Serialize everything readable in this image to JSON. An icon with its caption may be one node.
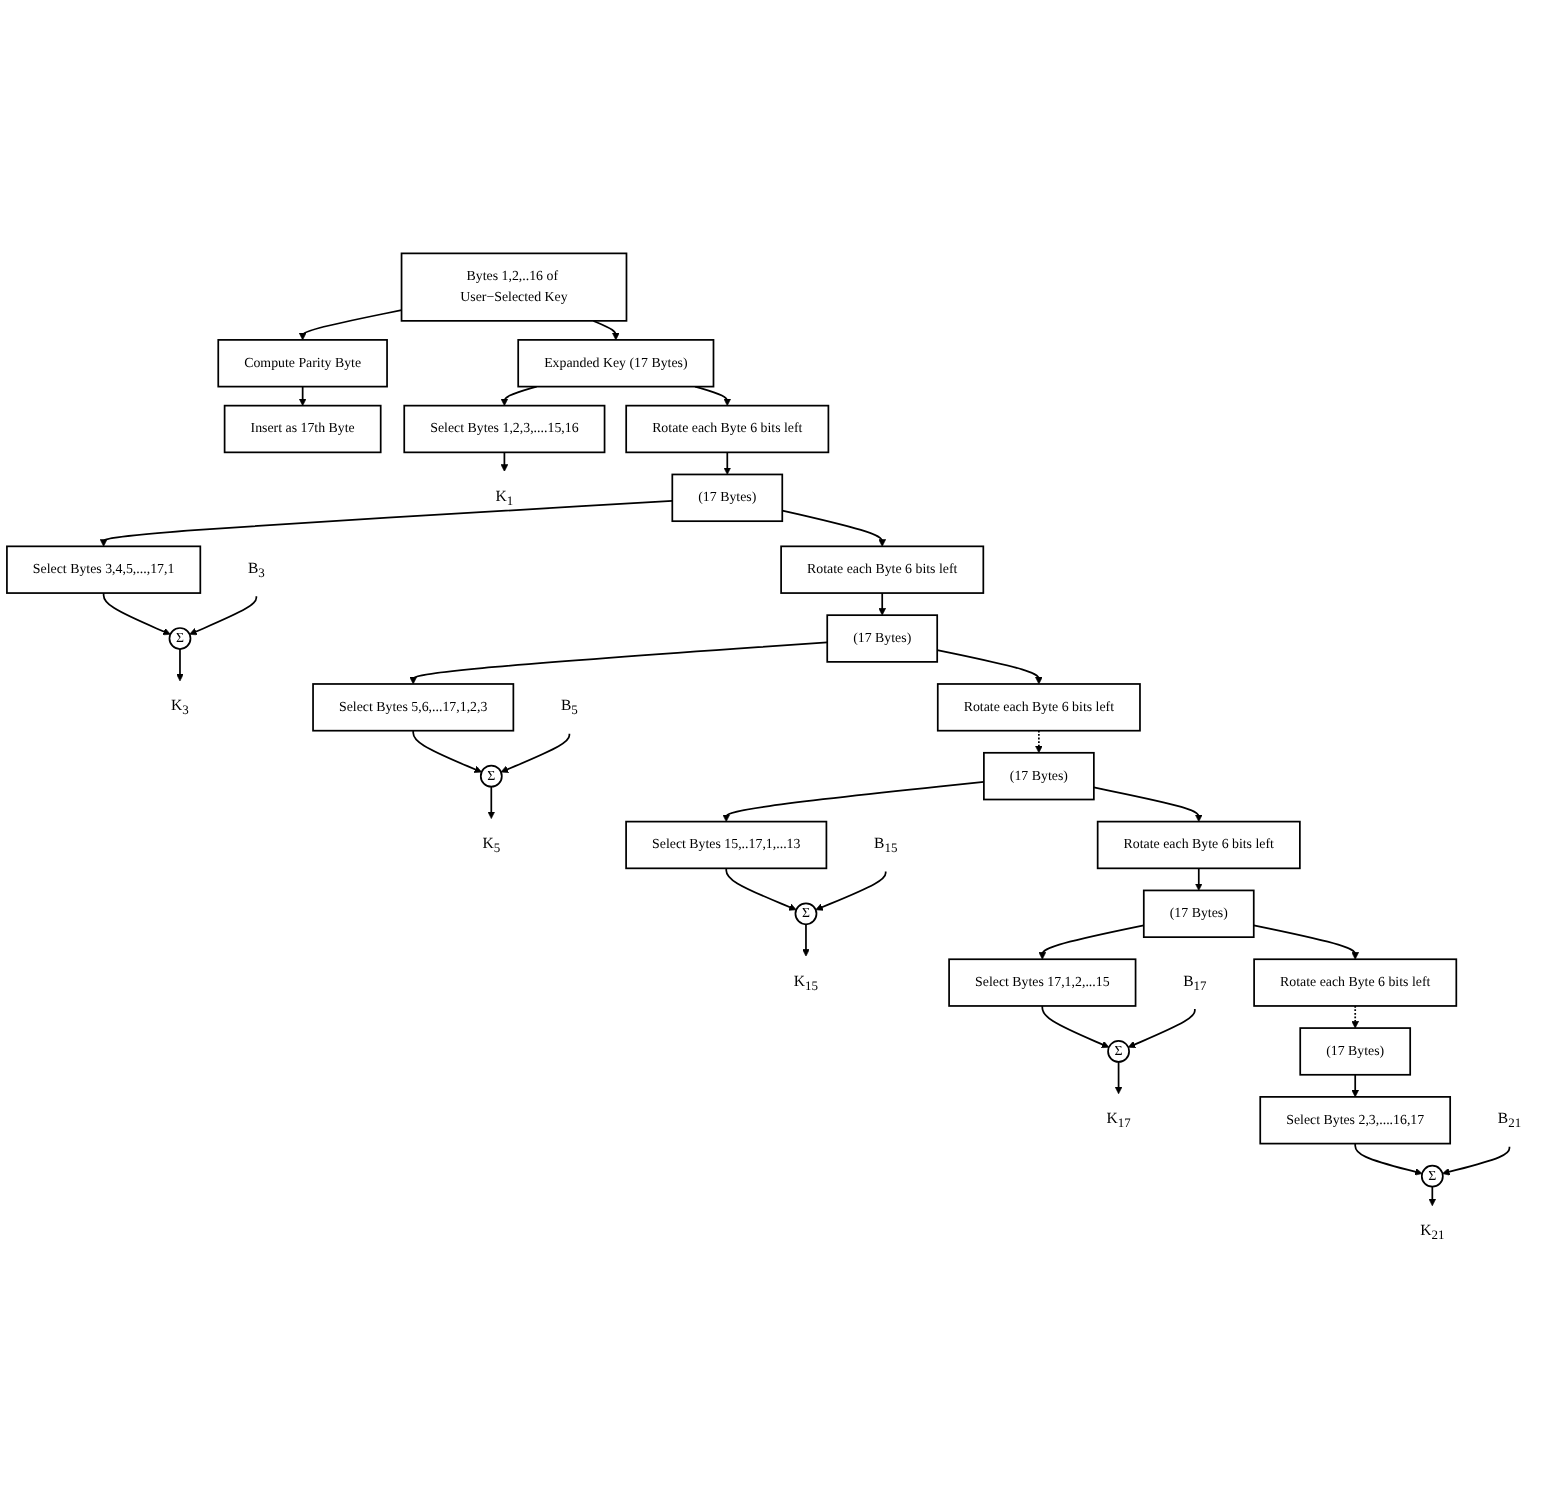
{
  "diagram": {
    "nodes": [
      {
        "text": [
          "Bytes 1,2,..16 of User−Selected Key"
        ]
      },
      {
        "text": [
          "Compute Parity Byte"
        ]
      },
      {
        "text": [
          "Insert as 17th Byte"
        ]
      },
      {
        "text": [
          "Expanded Key (17 Bytes)"
        ]
      },
      {
        "text": [
          "Select Bytes 1,2,3,....15,16"
        ]
      },
      {
        "text": [
          "K$_{1}$"
        ]
      },
      {
        "text": [
          "Rotate each Byte 6 bits left"
        ]
      },
      {
        "text": [
          "(17 Bytes)"
        ]
      },
      {
        "text": [
          "Select Bytes 3,4,5,...,17,1"
        ]
      },
      {
        "text": [
          "B$_{3}$"
        ]
      },
      {
        "text": [
          "Σ"
        ]
      },
      {
        "text": [
          "K$_{3}$"
        ]
      },
      {
        "text": [
          "Rotate each Byte 6 bits left"
        ]
      },
      {
        "text": [
          "(17 Bytes)"
        ]
      },
      {
        "text": [
          "Select Bytes 5,6,...17,1,2,3"
        ]
      },
      {
        "text": [
          "B$_{5}$"
        ]
      },
      {
        "text": [
          "Σ"
        ]
      },
      {
        "text": [
          "K$_{5}$"
        ]
      },
      {
        "text": [
          "Rotate each Byte 6 bits left"
        ]
      },
      {
        "text": [
          "(17 Bytes)"
        ]
      },
      {
        "text": [
          "Select Bytes 15,..17,1,...13"
        ]
      },
      {
        "text": [
          "B$_{15}$"
        ]
      },
      {
        "text": [
          "Σ"
        ]
      },
      {
        "text": [
          "K$_{15}$"
        ]
      },
      {
        "text": [
          "Rotate each Byte 6 bits left"
        ]
      },
      {
        "text": [
          "(17 Bytes)"
        ]
      },
      {
        "text": [
          "Select Bytes 17,1,2,...15"
        ]
      },
      {
        "text": [
          "B$_{17}$"
        ]
      },
      {
        "text": [
          "Σ"
        ]
      },
      {
        "text": [
          "K$_{17}$"
        ]
      },
      {
        "text": [
          "Rotate each Byte 6 bits left"
        ]
      },
      {
        "text": [
          "(17 Bytes)"
        ]
      },
      {
        "text": [
          "Select Bytes 2,3,....16,17"
        ]
      },
      {
        "text": [
          "B$_{21}$"
        ]
      },
      {
        "text": [
          "Σ"
        ]
      },
      {
        "text": [
          "K$_{21}$"
        ]
      }
    ],
    "edges": [
      {
        "from": 0,
        "to": 1,
        "arrow": "to"
      },
      {
        "from": 1,
        "to": 2,
        "arrow": "to"
      },
      {
        "from": 0,
        "to": 3,
        "arrow": "to"
      },
      {
        "from": 3,
        "to": 4,
        "arrow": "to"
      },
      {
        "from": 4,
        "to": 5,
        "arrow": "to"
      },
      {
        "from": 3,
        "to": 6,
        "arrow": "to"
      },
      {
        "from": 6,
        "to": 7,
        "arrow": "to"
      },
      {
        "from": 7,
        "to": 8,
        "arrow": "to"
      },
      {
        "from": 8,
        "to": 10,
        "arrow": "to"
      },
      {
        "from": 9,
        "to": 10,
        "arrow": "to"
      },
      {
        "from": 10,
        "to": 11,
        "arrow": "to"
      },
      {
        "from": 7,
        "to": 12,
        "arrow": "to"
      },
      {
        "from": 12,
        "to": 13,
        "arrow": "to"
      },
      {
        "from": 13,
        "to": 14,
        "arrow": "to"
      },
      {
        "from": 14,
        "to": 16,
        "arrow": "to"
      },
      {
        "from": 15,
        "to": 16,
        "arrow": "to"
      },
      {
        "from": 16,
        "to": 17,
        "arrow": "to"
      },
      {
        "from": 13,
        "to": 18,
        "arrow": "to"
      },
      {
        "from": 18,
        "to": 19,
        "arrow": "to",
        "style": "dashed"
      },
      {
        "from": 19,
        "to": 20,
        "arrow": "to"
      },
      {
        "from": 20,
        "to": 22,
        "arrow": "to"
      },
      {
        "from": 21,
        "to": 22,
        "arrow": "to"
      },
      {
        "from": 22,
        "to": 23,
        "arrow": "to"
      },
      {
        "from": 19,
        "to": 24,
        "arrow": "to"
      },
      {
        "from": 24,
        "to": 25,
        "arrow": "to"
      },
      {
        "from": 25,
        "to": 26,
        "arrow": "to"
      },
      {
        "from": 26,
        "to": 28,
        "arrow": "to"
      },
      {
        "from": 27,
        "to": 28,
        "arrow": "to"
      },
      {
        "from": 28,
        "to": 29,
        "arrow": "to"
      },
      {
        "from": 25,
        "to": 30,
        "arrow": "to"
      },
      {
        "from": 30,
        "to": 31,
        "arrow": "to",
        "style": "dashed"
      },
      {
        "from": 31,
        "to": 32,
        "arrow": "to"
      },
      {
        "from": 32,
        "to": 34,
        "arrow": "to"
      },
      {
        "from": 33,
        "to": 34,
        "arrow": "to"
      },
      {
        "from": 34,
        "to": 35,
        "arrow": "to"
      }
    ]
  }
}
